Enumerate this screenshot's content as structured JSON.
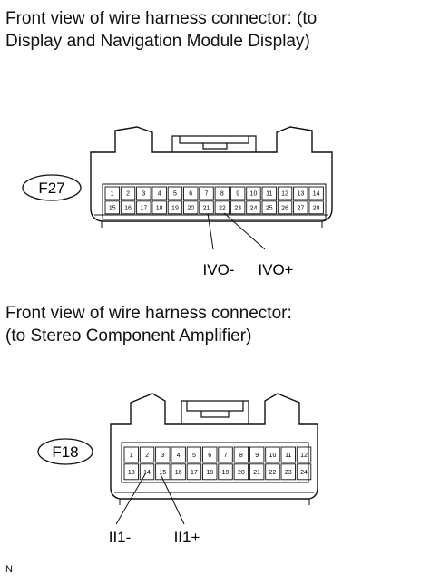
{
  "caption1": {
    "line1": "Front view of wire harness connector: (to",
    "line2": "Display and Navigation Module Display)"
  },
  "connector1": {
    "id": "F27",
    "row1": [
      "1",
      "2",
      "3",
      "4",
      "5",
      "6",
      "7",
      "8",
      "9",
      "10",
      "11",
      "12",
      "13",
      "14"
    ],
    "row2": [
      "15",
      "16",
      "17",
      "18",
      "19",
      "20",
      "21",
      "22",
      "23",
      "24",
      "25",
      "26",
      "27",
      "28"
    ],
    "labels": [
      "IVO-",
      "IVO+"
    ]
  },
  "caption2": {
    "line1": "Front view of wire harness connector:",
    "line2": "(to Stereo Component Amplifier)"
  },
  "connector2": {
    "id": "F18",
    "row1": [
      "1",
      "2",
      "3",
      "4",
      "5",
      "6",
      "7",
      "8",
      "9",
      "10",
      "11",
      "12"
    ],
    "row2": [
      "13",
      "14",
      "15",
      "16",
      "17",
      "18",
      "19",
      "20",
      "21",
      "22",
      "23",
      "24"
    ],
    "labels": [
      "II1-",
      "II1+"
    ]
  },
  "code": "N"
}
